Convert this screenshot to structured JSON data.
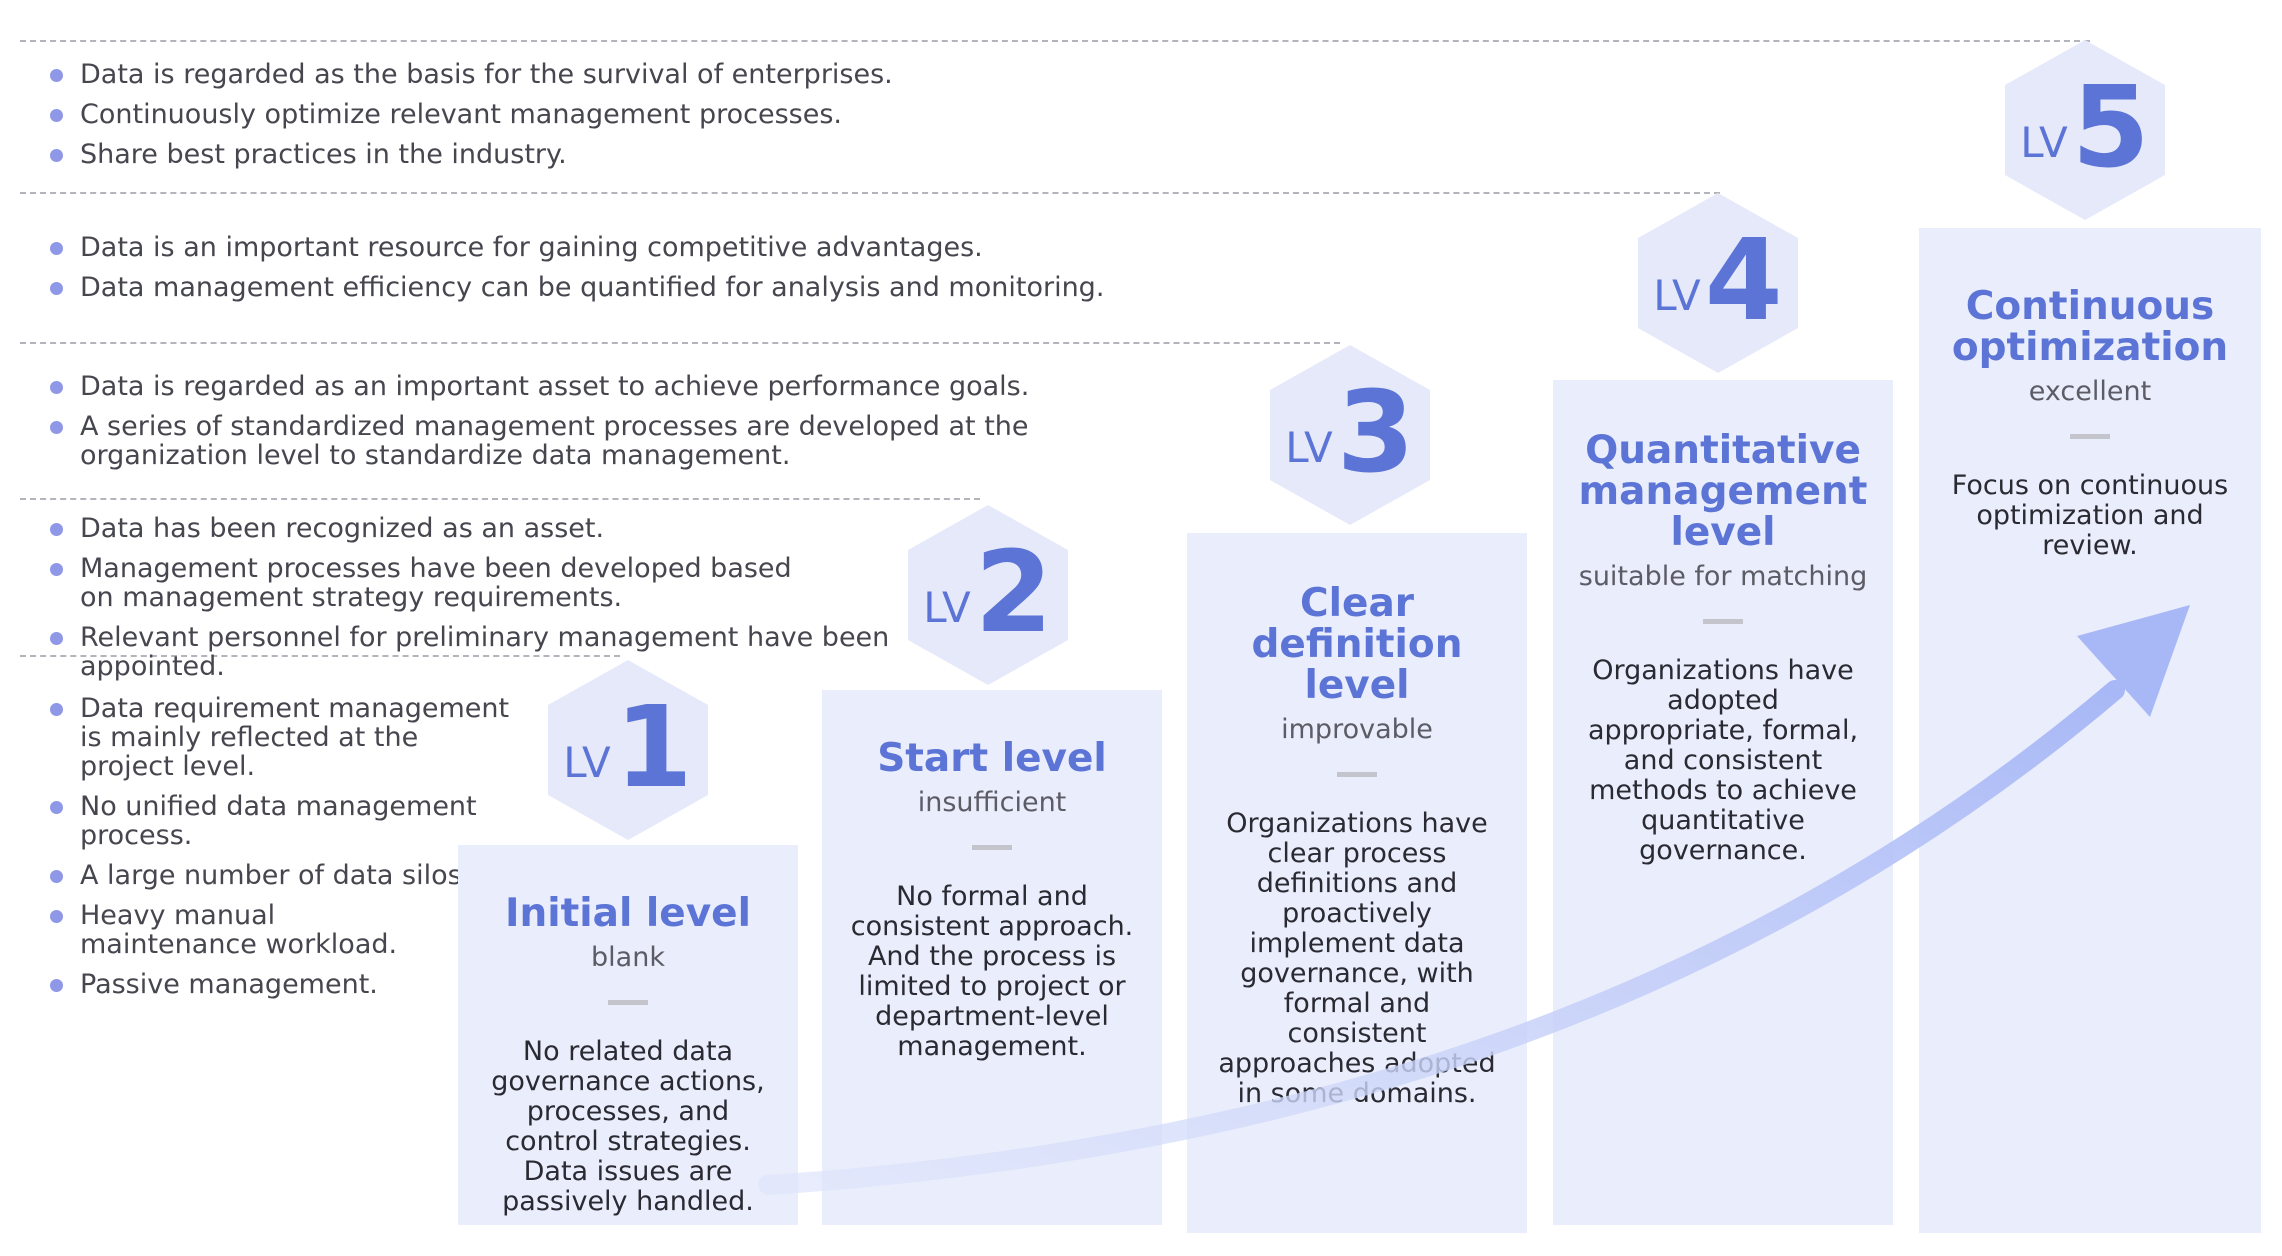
{
  "bullet_groups": [
    {
      "items": [
        "Data is regarded as the basis for the survival of enterprises.",
        "Continuously optimize relevant management processes.",
        "Share best practices in the industry."
      ]
    },
    {
      "items": [
        "Data is an important resource for gaining competitive advantages.",
        "Data management efficiency can be quantified for analysis and monitoring."
      ]
    },
    {
      "items": [
        "Data is regarded as an important asset to achieve performance goals.",
        "A series of standardized management processes are developed at the organization level to standardize data management."
      ]
    },
    {
      "items": [
        "Data has been recognized as an asset.",
        "Management processes have been developed based on management strategy requirements.",
        "Relevant personnel for preliminary management have been appointed."
      ]
    },
    {
      "items": [
        "Data requirement management is mainly reflected at the project level.",
        "No unified data management process.",
        "A large number of data silos.",
        "Heavy manual maintenance workload.",
        "Passive management."
      ]
    }
  ],
  "levels": [
    {
      "lv": "LV",
      "num": "1",
      "title": "Initial level",
      "sub": "blank",
      "desc": "No related data governance actions, processes, and control strategies. Data issues are passively handled."
    },
    {
      "lv": "LV",
      "num": "2",
      "title": "Start level",
      "sub": "insufficient",
      "desc": "No formal and consistent approach. And the process is limited to project or department-level management."
    },
    {
      "lv": "LV",
      "num": "3",
      "title": "Clear definition level",
      "sub": "improvable",
      "desc": "Organizations have clear process definitions and proactively implement data governance, with formal and consistent approaches adopted in some domains."
    },
    {
      "lv": "LV",
      "num": "4",
      "title": "Quantitative management level",
      "sub": "suitable for matching",
      "desc": "Organizations have adopted appropriate, formal, and consistent methods to achieve quantitative governance."
    },
    {
      "lv": "LV",
      "num": "5",
      "title": "Continuous optimization",
      "sub": "excellent",
      "desc": "Focus on continuous optimization and review."
    }
  ],
  "colors": {
    "accent": "#5b74d6",
    "column_bg": "#eaedfb",
    "hex_bg": "#e6e9fa",
    "arrow": "#aebcf6",
    "bullet": "#8e98e6"
  }
}
